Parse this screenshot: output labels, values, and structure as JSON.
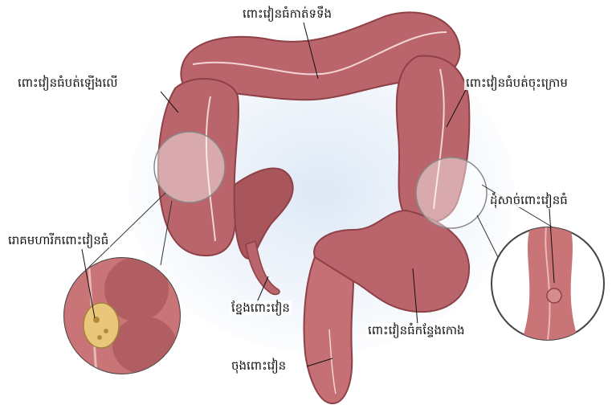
{
  "labels": {
    "transverse_colon": "ពោះវៀនធំកាត់ទទឹង",
    "ascending_colon": "ពោះវៀនធំបត់ឡើងលើ",
    "descending_colon": "ពោះវៀនធំបត់ចុះក្រោម",
    "colon_cancer": "រោគមហារីកពោះវៀនធំ",
    "colon_polyp": "ដុំសាច់ពោះវៀនធំ",
    "appendix": "ខ្នែងពោះវៀន",
    "sigmoid_colon": "ពោះវៀនធំកន្ទែងកោង",
    "rectum": "ចុងពោះវៀន"
  },
  "colors": {
    "tissue": "#b9656b",
    "tissue_dark": "#8e4146",
    "tissue_light": "#d68c8e",
    "backdrop": "#dbe7f5",
    "tumor": "#e8c77a"
  }
}
